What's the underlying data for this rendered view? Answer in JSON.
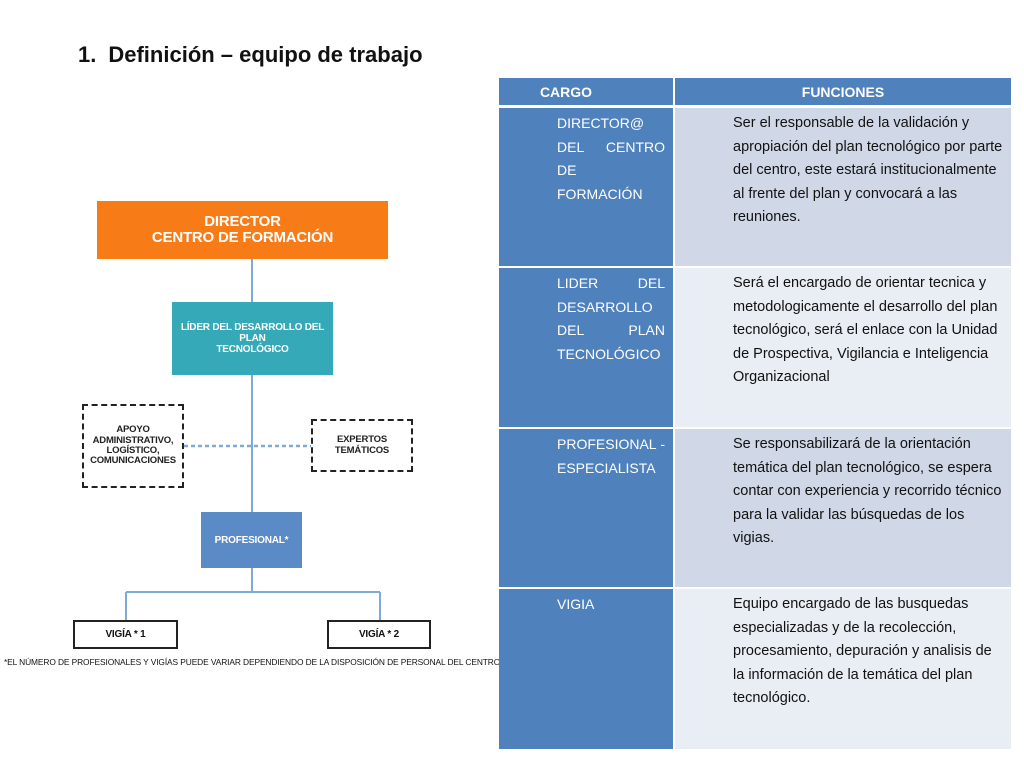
{
  "title": {
    "number": "1.",
    "text": "Definición – equipo de trabajo"
  },
  "org_chart": {
    "director": {
      "line1": "DIRECTOR",
      "line2": "CENTRO DE FORMACIÓN"
    },
    "lider": {
      "line1": "LÍDER DEL DESARROLLO DEL PLAN",
      "line2": "TECNOLÓGICO"
    },
    "apoyo": {
      "line1": "APOYO",
      "line2": "ADMINISTRATIVO,",
      "line3": "LOGÍSTICO,",
      "line4": "COMUNICACIONES"
    },
    "expertos": {
      "line1": "EXPERTOS",
      "line2": "TEMÁTICOS"
    },
    "profesional": "PROFESIONAL*",
    "vigia1": "VIGÍA * 1",
    "vigia2": "VIGÍA * 2",
    "footnote": "*EL NÚMERO DE PROFESIONALES Y VIGÍAS PUEDE VARIAR DEPENDIENDO DE LA DISPOSICIÓN DE PERSONAL DEL CENTRO",
    "colors": {
      "director": "#f77b17",
      "lider": "#35a9b7",
      "profesional": "#5b8bc7",
      "connector": "#7fa9d6"
    }
  },
  "table": {
    "headers": {
      "cargo": "CARGO",
      "funciones": "FUNCIONES"
    },
    "rows": [
      {
        "cargo": "DIRECTOR@ DEL CENTRO DE FORMACIÓN",
        "funciones": "Ser el responsable de la validación y apropiación del plan tecnológico por parte del centro, este estará institucionalmente al frente del plan y convocará a las reuniones."
      },
      {
        "cargo": "LIDER DEL DESARROLLO DEL PLAN TECNOLÓGICO",
        "funciones": "Será el encargado de orientar tecnica y metodologicamente el desarrollo del plan tecnológico, será el enlace con la Unidad de Prospectiva, Vigilancia e Inteligencia Organizacional"
      },
      {
        "cargo": "PROFESIONAL - ESPECIALISTA",
        "funciones": "Se responsabilizará de la orientación temática del plan tecnológico, se espera contar con experiencia y recorrido técnico para la validar las búsquedas de los vigias."
      },
      {
        "cargo": "VIGIA",
        "funciones": "Equipo encargado de las busquedas especializadas y de la recolección, procesamiento, depuración y analisis de la información de la temática del plan tecnológico."
      }
    ],
    "colors": {
      "header": "#4f81bd",
      "band1": "#d0d8e8",
      "band2": "#e9edf4"
    }
  }
}
